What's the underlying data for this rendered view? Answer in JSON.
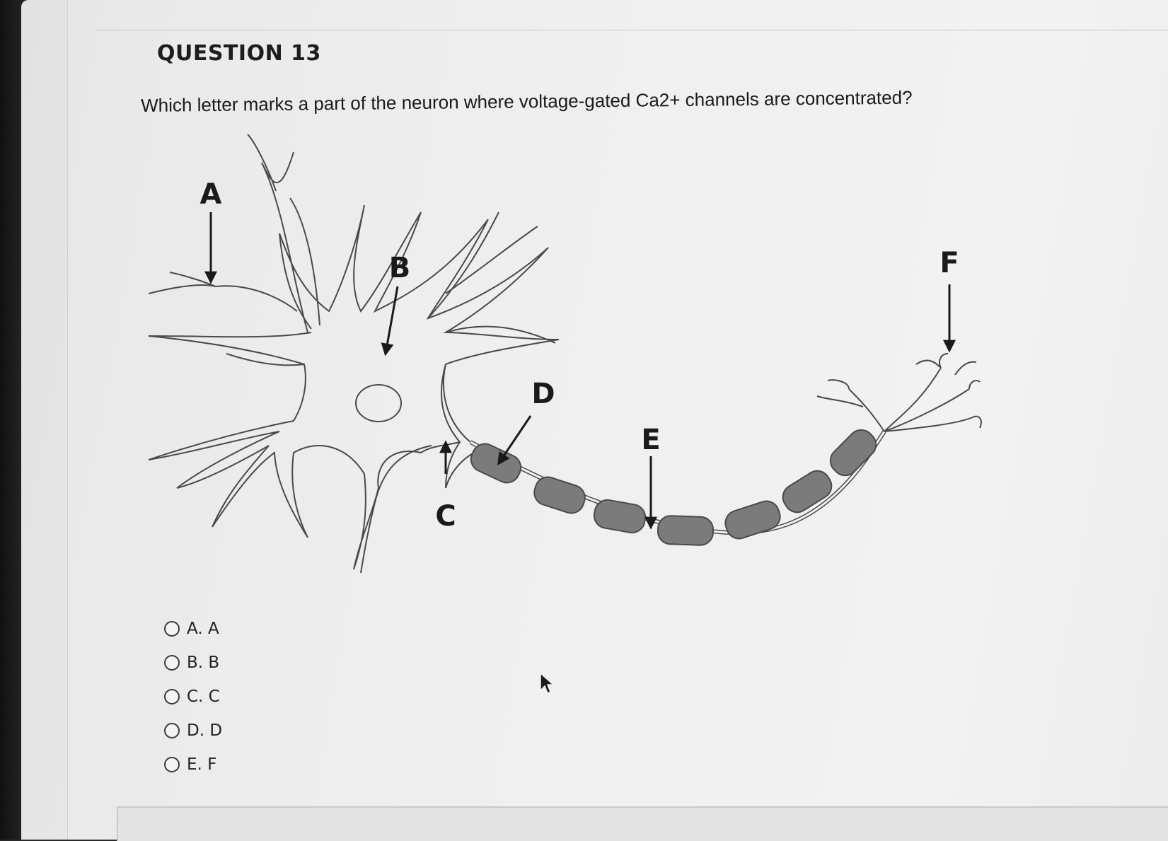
{
  "question": {
    "title": "QUESTION 13",
    "text": "Which letter marks a part of the neuron where voltage-gated Ca2+ channels are concentrated?"
  },
  "diagram": {
    "labels": {
      "a": "A",
      "b": "B",
      "c": "C",
      "d": "D",
      "e": "E",
      "f": "F"
    },
    "colors": {
      "myelin": "#7b7b7b",
      "outline": "#4a4a4a",
      "arrow": "#1a1a1a"
    }
  },
  "options": [
    {
      "label": "A. A",
      "selected": false
    },
    {
      "label": "B. B",
      "selected": false
    },
    {
      "label": "C. C",
      "selected": false
    },
    {
      "label": "D. D",
      "selected": false
    },
    {
      "label": "E. F",
      "selected": false
    }
  ]
}
